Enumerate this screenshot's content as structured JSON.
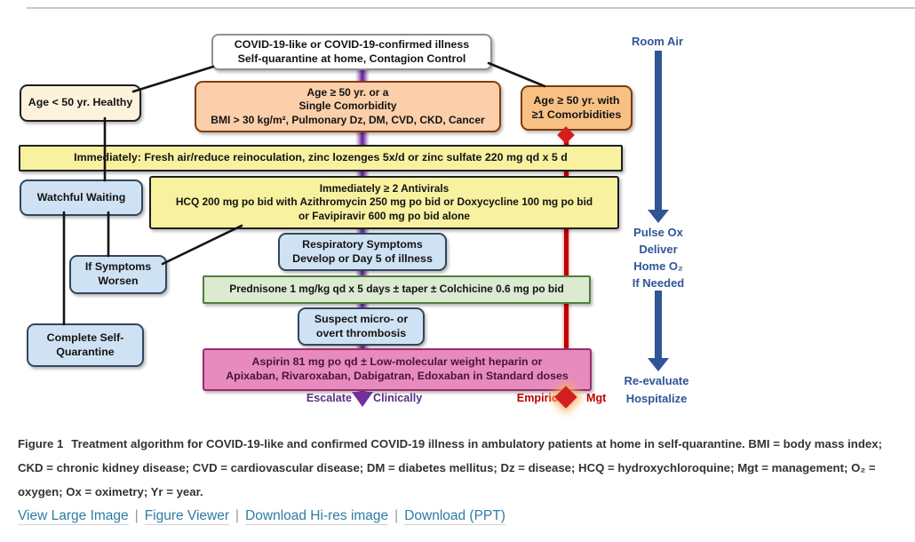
{
  "flowchart": {
    "top_box": [
      "COVID-19-like or COVID-19-confirmed illness",
      "Self-quarantine at home, Contagion Control"
    ],
    "age_lt_50": "Age < 50 yr. Healthy",
    "age_ge_50_single": [
      "Age ≥ 50 yr. or a",
      "Single Comorbidity",
      "BMI > 30 kg/m², Pulmonary Dz, DM, CVD, CKD, Cancer"
    ],
    "age_ge_50_multi": [
      "Age ≥ 50 yr. with",
      "≥1 Comorbidities"
    ],
    "immediate_zinc": "Immediately:  Fresh air/reduce reinoculation, zinc lozenges 5x/d or zinc sulfate 220 mg qd x 5 d",
    "watchful_waiting": "Watchful Waiting",
    "antivirals": [
      "Immediately ≥ 2 Antivirals",
      "HCQ 200 mg po bid with Azithromycin 250 mg po bid or Doxycycline 100 mg po bid",
      "or Favipiravir 600 mg po bid alone"
    ],
    "respiratory": [
      "Respiratory Symptoms",
      "Develop or Day 5 of illness"
    ],
    "symptoms_worsen": [
      "If Symptoms",
      "Worsen"
    ],
    "prednisone": "Prednisone 1 mg/kg qd x 5 days ± taper ± Colchicine 0.6 mg po bid",
    "thrombosis": [
      "Suspect micro- or",
      "overt thrombosis"
    ],
    "complete_quarantine": [
      "Complete Self-",
      "Quarantine"
    ],
    "aspirin": [
      "Aspirin 81 mg po qd ± Low-molecular weight heparin or",
      "Apixaban, Rivaroxaban, Dabigatran, Edoxaban in Standard doses"
    ],
    "escalate_left": "Escalate",
    "escalate_right": "Clinically",
    "empiric_left": "Empiric",
    "empiric_right": "Mgt",
    "room_air": "Room Air",
    "pulse_ox": [
      "Pulse Ox",
      "Deliver",
      "Home O₂",
      "If Needed"
    ],
    "reevaluate": [
      "Re-evaluate",
      "Hospitalize"
    ],
    "colors": {
      "purple_arrow": "#7030a0",
      "red_line": "#c00000",
      "blue_rail": "#2f5597",
      "yellow_box": "#f8f1a0",
      "green_box": "#dcead2",
      "pink_box": "#e78bbf",
      "orange_box_single": "#fbcfa9",
      "orange_box_multi": "#f8c184",
      "cream_box": "#fdf3dc",
      "blue_box": "#cfe2f3"
    }
  },
  "caption": {
    "label": "Figure 1",
    "text": "Treatment algorithm for COVID-19-like and confirmed COVID-19 illness in ambulatory patients at home in self-quarantine. BMI = body mass index; CKD = chronic kidney disease; CVD = cardiovascular disease; DM = diabetes mellitus; Dz = disease; HCQ = hydroxychloroquine; Mgt = management; O₂ = oxygen; Ox = oximetry; Yr = year."
  },
  "links": {
    "view_large": "View Large Image",
    "figure_viewer": "Figure Viewer",
    "download_hires": "Download Hi-res image",
    "download_ppt": "Download (PPT)",
    "separator": "|"
  }
}
